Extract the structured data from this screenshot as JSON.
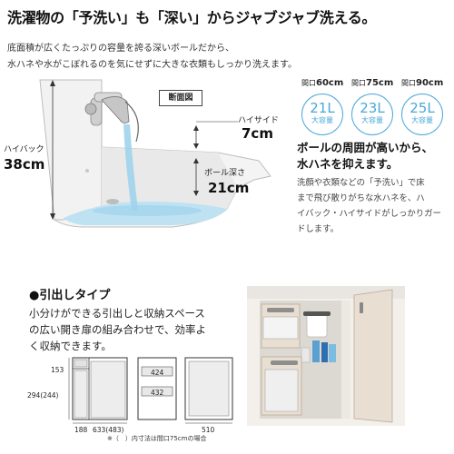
{
  "header": {
    "headline": "洗濯物の「予洗い」も「深い」からジャブジャブ洗える。",
    "intro_line1": "底面積が広くたっぷりの容量を誇る深いボールだから、",
    "intro_line2": "水ハネや水がこぼれるのを気にせずに大きな衣類もしっかり洗えます。"
  },
  "basin_diagram": {
    "section_label": "断面図",
    "high_side_label": "ハイサイド",
    "high_side_value": "7cm",
    "bowl_depth_label": "ボール深さ",
    "bowl_depth_value": "21cm",
    "high_back_label": "ハイバック",
    "high_back_value": "38cm"
  },
  "capacities": [
    {
      "open_prefix": "間口",
      "open_value": "60cm",
      "liters": "21L",
      "tag": "大容量"
    },
    {
      "open_prefix": "間口",
      "open_value": "75cm",
      "liters": "23L",
      "tag": "大容量"
    },
    {
      "open_prefix": "間口",
      "open_value": "90cm",
      "liters": "25L",
      "tag": "大容量"
    }
  ],
  "feature": {
    "point_line1": "ボールの周囲が高いから、",
    "point_line2": "水ハネを抑えます。",
    "body_lines": [
      "洗顔や衣類などの「予洗い」で床",
      "まで飛び散りがちな水ハネを、ハ",
      "イバック・ハイサイドがしっかりガー",
      "ドします。"
    ]
  },
  "drawer_type": {
    "title": "●引出しタイプ",
    "desc_lines": [
      "小分けができる引出しと収納スペース",
      "の広い開き扉の組み合わせで、効率よ",
      "く収納できます。"
    ]
  },
  "dimensions": {
    "upper_drawer": "153",
    "lower_drawer": "294(244)",
    "width_left": "188",
    "width_right": "633(483)",
    "inner_upper": "424",
    "inner_lower": "432",
    "depth": "510",
    "note": "※（　）内寸法は間口75cmの場合"
  },
  "colors": {
    "water": "#7fc6e8",
    "circle": "#4aa8d8",
    "wood": "#e8dfd2"
  }
}
